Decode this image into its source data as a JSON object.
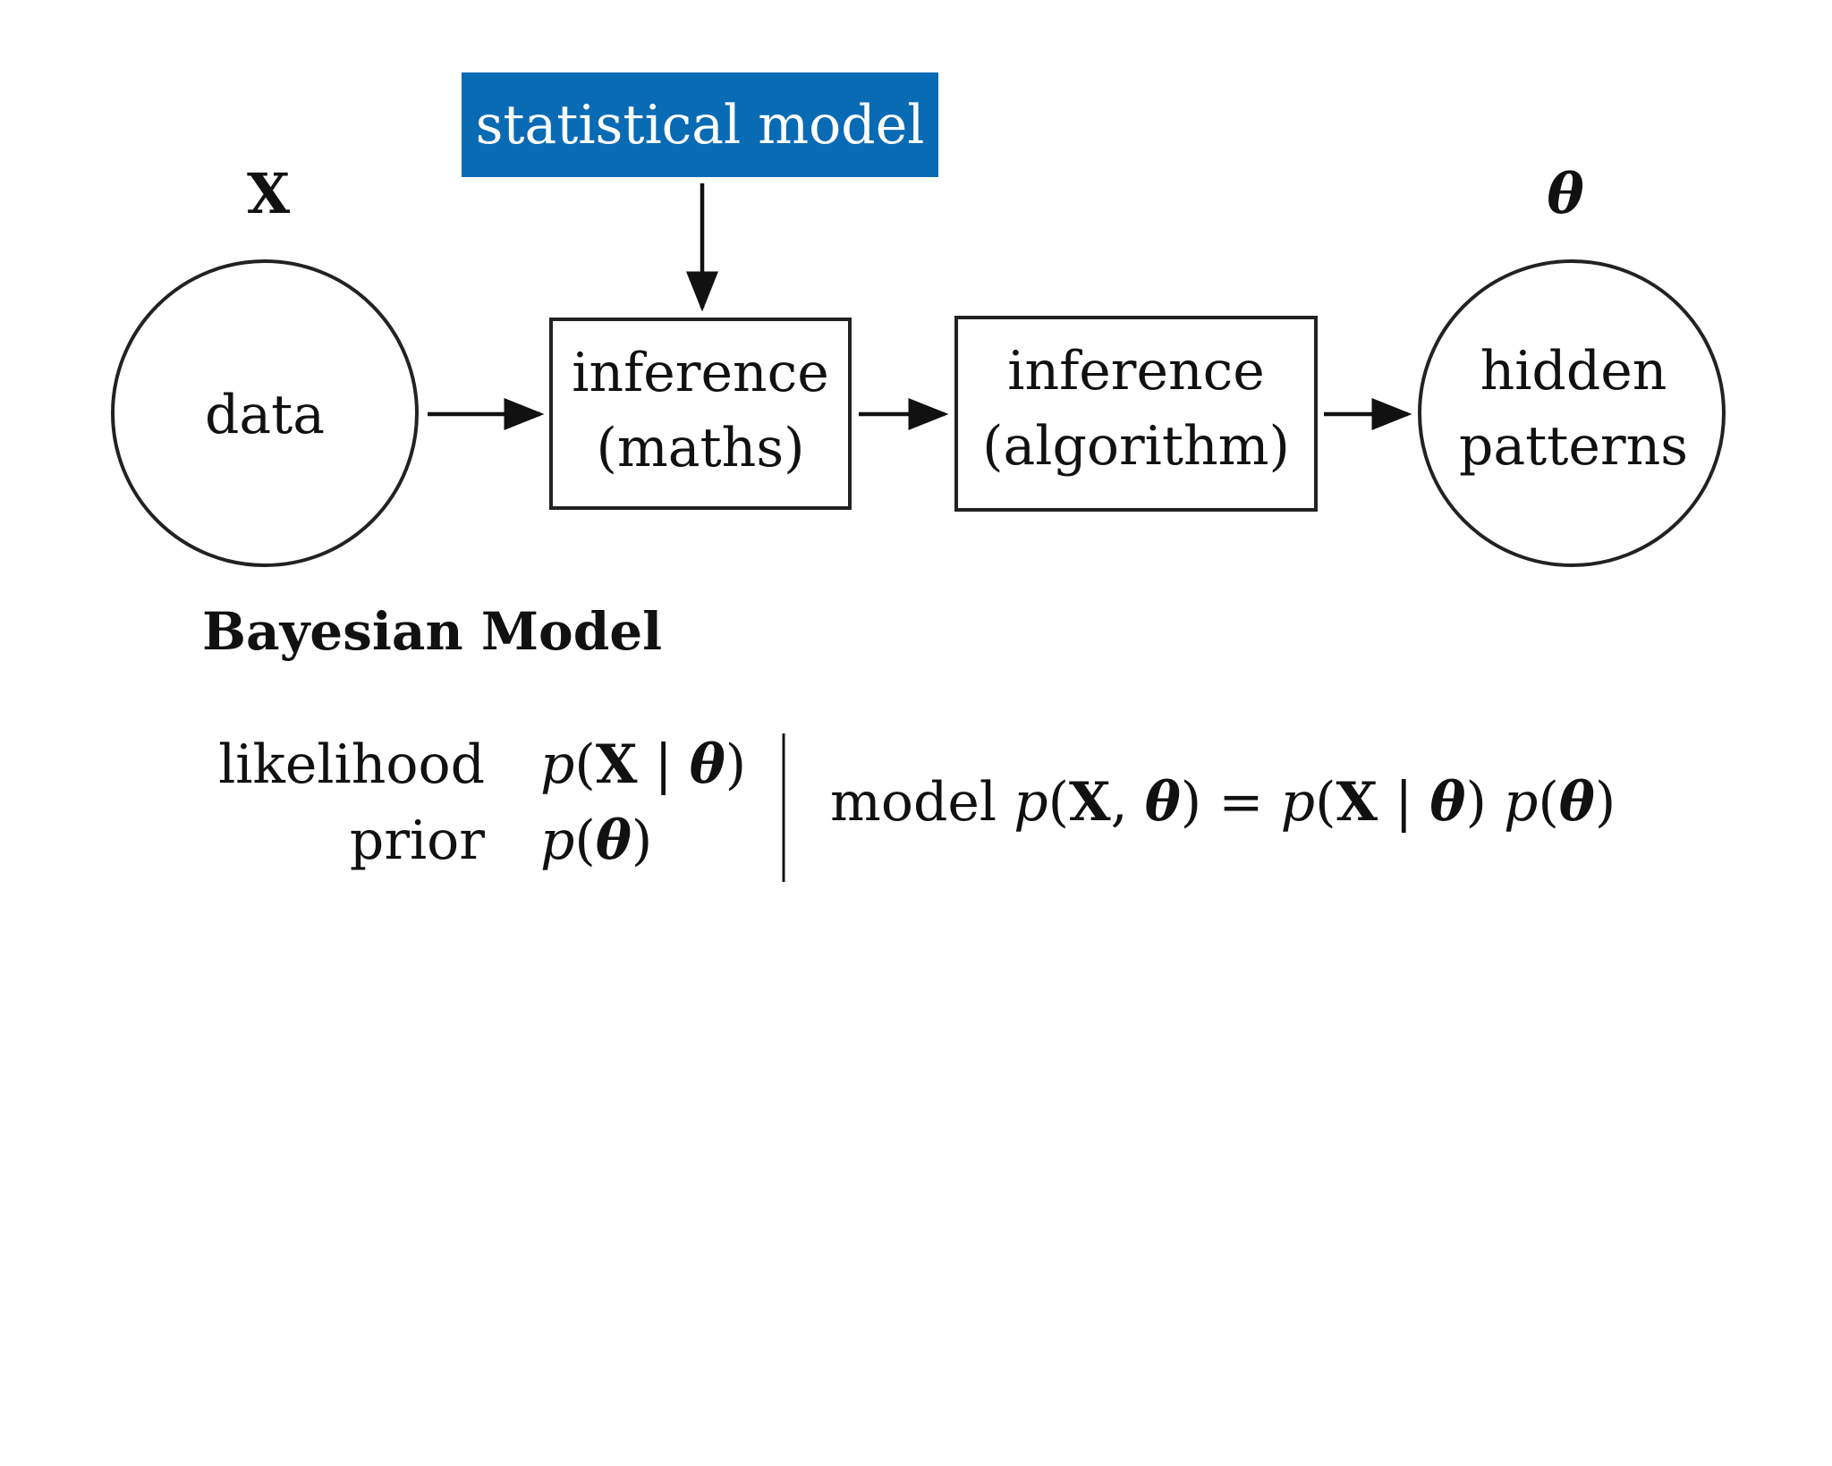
{
  "diagram": {
    "top_box": {
      "label": "statistical model",
      "color": "#0a6bb5"
    },
    "nodes": [
      {
        "id": "data",
        "shape": "circle",
        "label": "data",
        "variable": "X"
      },
      {
        "id": "inference-maths",
        "shape": "rect",
        "line1": "inference",
        "line2": "(maths)"
      },
      {
        "id": "inference-algorithm",
        "shape": "rect",
        "line1": "inference",
        "line2": "(algorithm)"
      },
      {
        "id": "hidden-patterns",
        "shape": "circle",
        "line1": "hidden",
        "line2": "patterns",
        "variable": "θ"
      }
    ],
    "edges": [
      {
        "from": "statistical-model",
        "to": "inference-maths"
      },
      {
        "from": "data",
        "to": "inference-maths"
      },
      {
        "from": "inference-maths",
        "to": "inference-algorithm"
      },
      {
        "from": "inference-algorithm",
        "to": "hidden-patterns"
      }
    ]
  },
  "bayesian": {
    "title": "Bayesian Model",
    "likelihood": {
      "name": "likelihood",
      "expr_p": "p",
      "expr_open": "(",
      "expr_x": "X",
      "expr_bar": " | ",
      "expr_theta": "θ",
      "expr_close": ")"
    },
    "prior": {
      "name": "prior",
      "expr_p": "p",
      "expr_open": "(",
      "expr_theta": "θ",
      "expr_close": ")"
    },
    "model": {
      "word": "model",
      "p1": "p",
      "open1": "(",
      "x1": "X",
      "comma": ", ",
      "theta1": "θ",
      "close1": ")",
      "eq": " = ",
      "p2": "p",
      "open2": "(",
      "x2": "X",
      "bar": " | ",
      "theta2": "θ",
      "close2": ")",
      "p3": "p",
      "open3": "(",
      "theta3": "θ",
      "close3": ")"
    }
  }
}
